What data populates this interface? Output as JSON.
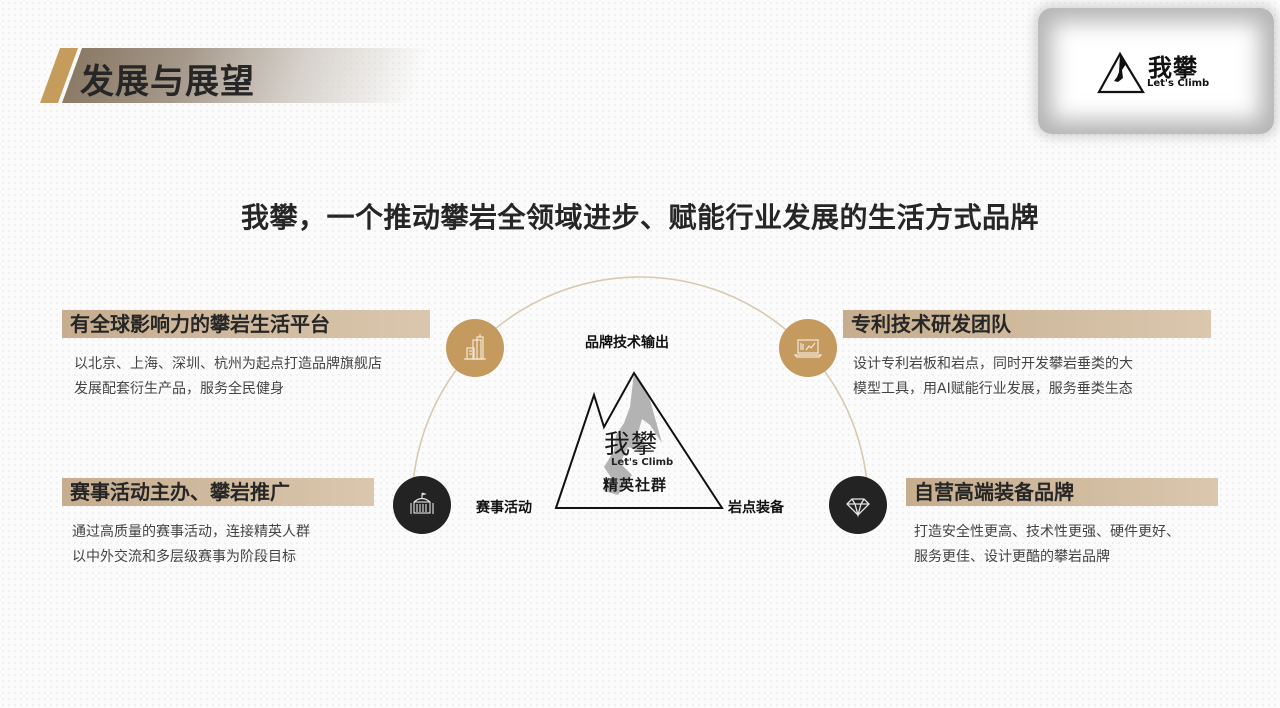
{
  "header": {
    "title": "发展与展望"
  },
  "logo": {
    "name_cn": "我攀",
    "name_en": "Let's Climb"
  },
  "headline": "我攀，一个推动攀岩全领域进步、赋能行业发展的生活方式品牌",
  "colors": {
    "gold": "#c49a5e",
    "dark": "#232323",
    "label_bg": "#d2bb9e",
    "arc": "#d8c9b0"
  },
  "diagram": {
    "center": {
      "name_cn": "我攀",
      "name_en": "Let's Climb",
      "subtitle": "精英社群"
    },
    "labels": {
      "top": "品牌技术输出",
      "left": "赛事活动",
      "right": "岩点装备"
    }
  },
  "features": [
    {
      "title": "有全球影响力的攀岩生活平台",
      "icon": "buildings-icon",
      "lines": [
        "以北京、上海、深圳、杭州为起点打造品牌旗舰店",
        "发展配套衍生产品，服务全民健身"
      ]
    },
    {
      "title": "专利技术研发团队",
      "icon": "laptop-chart-icon",
      "lines": [
        "设计专利岩板和岩点，同时开发攀岩垂类的大",
        "模型工具，用AI赋能行业发展，服务垂类生态"
      ]
    },
    {
      "title": "赛事活动主办、攀岩推广",
      "icon": "stadium-icon",
      "lines": [
        "通过高质量的赛事活动，连接精英人群",
        "以中外交流和多层级赛事为阶段目标"
      ]
    },
    {
      "title": "自营高端装备品牌",
      "icon": "diamond-icon",
      "lines": [
        "打造安全性更高、技术性更强、硬件更好、",
        "服务更佳、设计更酷的攀岩品牌"
      ]
    }
  ]
}
